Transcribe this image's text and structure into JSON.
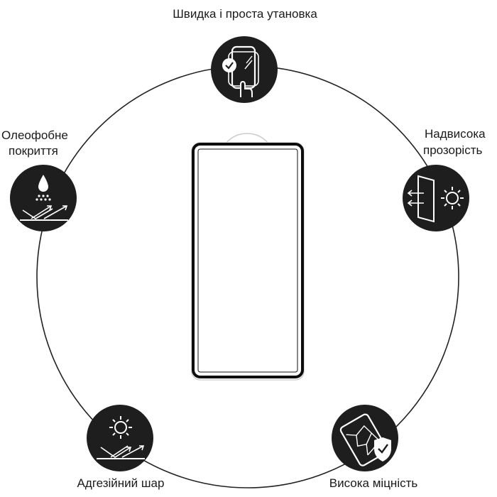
{
  "features": {
    "top": "Швидка і проста утановка",
    "left_line1": "Олеофобне",
    "left_line2": "покриття",
    "right_line1": "Надвисока",
    "right_line2": "прозорість",
    "bottom_left": "Адгезійний шар",
    "bottom_right": "Висока міцність"
  },
  "icons": {
    "top": "phone-install-touch-icon",
    "left": "water-drop-oleophobic-icon",
    "right": "transparency-sun-icon",
    "bottom_left": "adhesive-sun-layer-icon",
    "bottom_right": "shield-strength-icon"
  },
  "colors": {
    "badge": "#1e1e1e",
    "outline": "#222222",
    "background": "#ffffff"
  }
}
